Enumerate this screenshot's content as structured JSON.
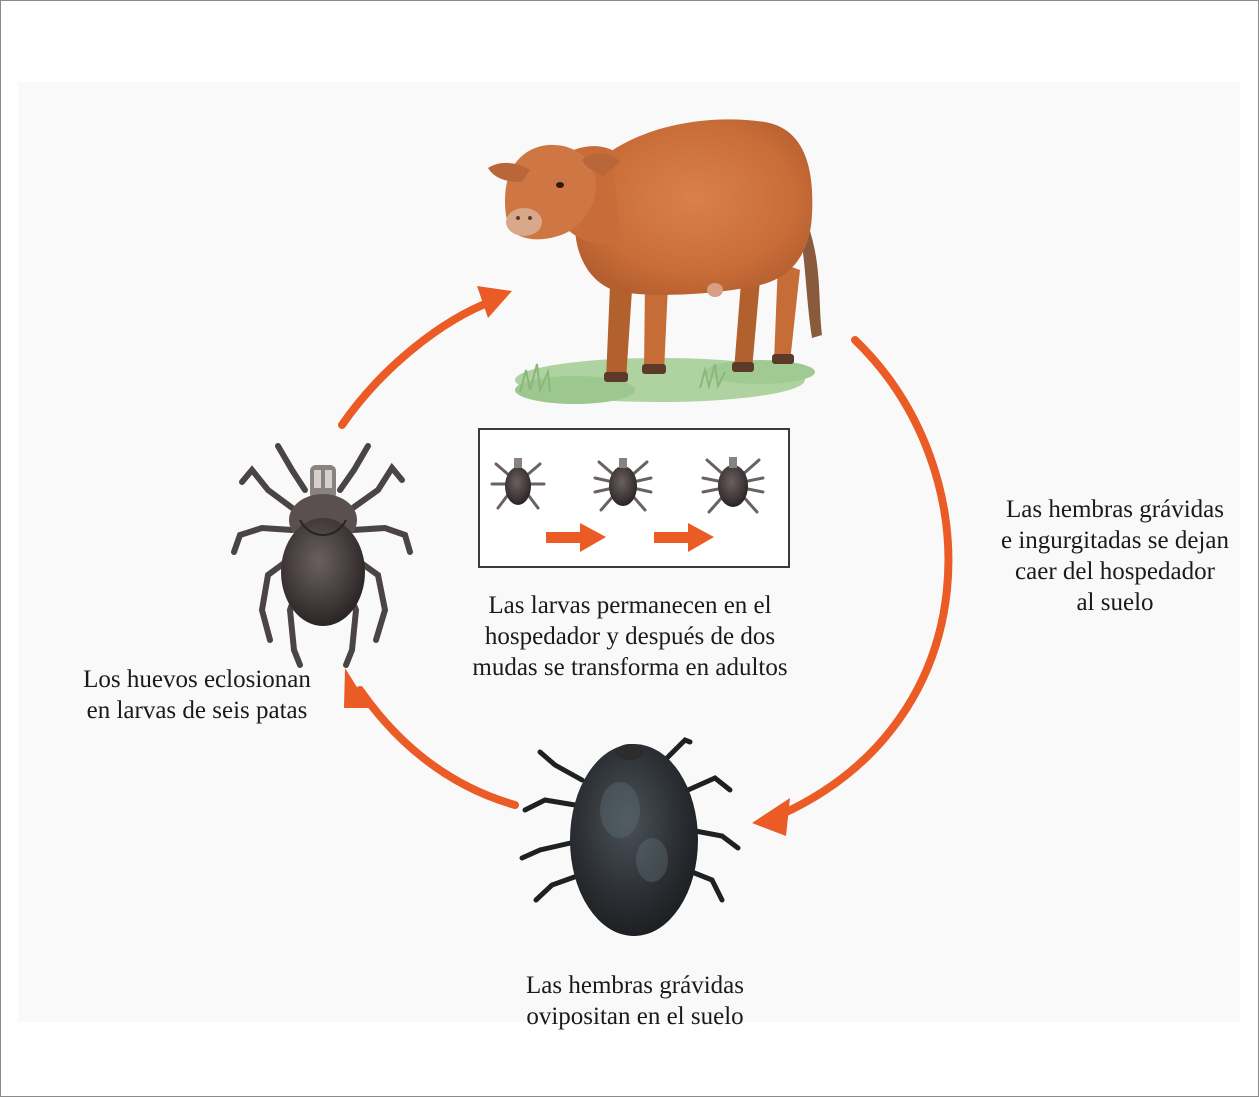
{
  "diagram": {
    "accent_color": "#ea5b25",
    "labels": {
      "hatch": [
        "Los huevos eclosionan",
        "en larvas de seis patas"
      ],
      "molt": [
        "Las larvas permanecen en el",
        "hospedador y después de dos",
        "mudas se transforma en adultos"
      ],
      "drop": [
        "Las hembras grávidas",
        "e ingurgitadas se dejan",
        "caer del hospedador",
        "al suelo"
      ],
      "oviposit": [
        "Las hembras grávidas",
        "ovipositan en el suelo"
      ]
    },
    "icons": {
      "host": "calf-illustration",
      "larva": "tick-larva-illustration",
      "engorged": "engorged-female-tick-illustration",
      "molt_stages": "tick-stage-icons"
    }
  }
}
